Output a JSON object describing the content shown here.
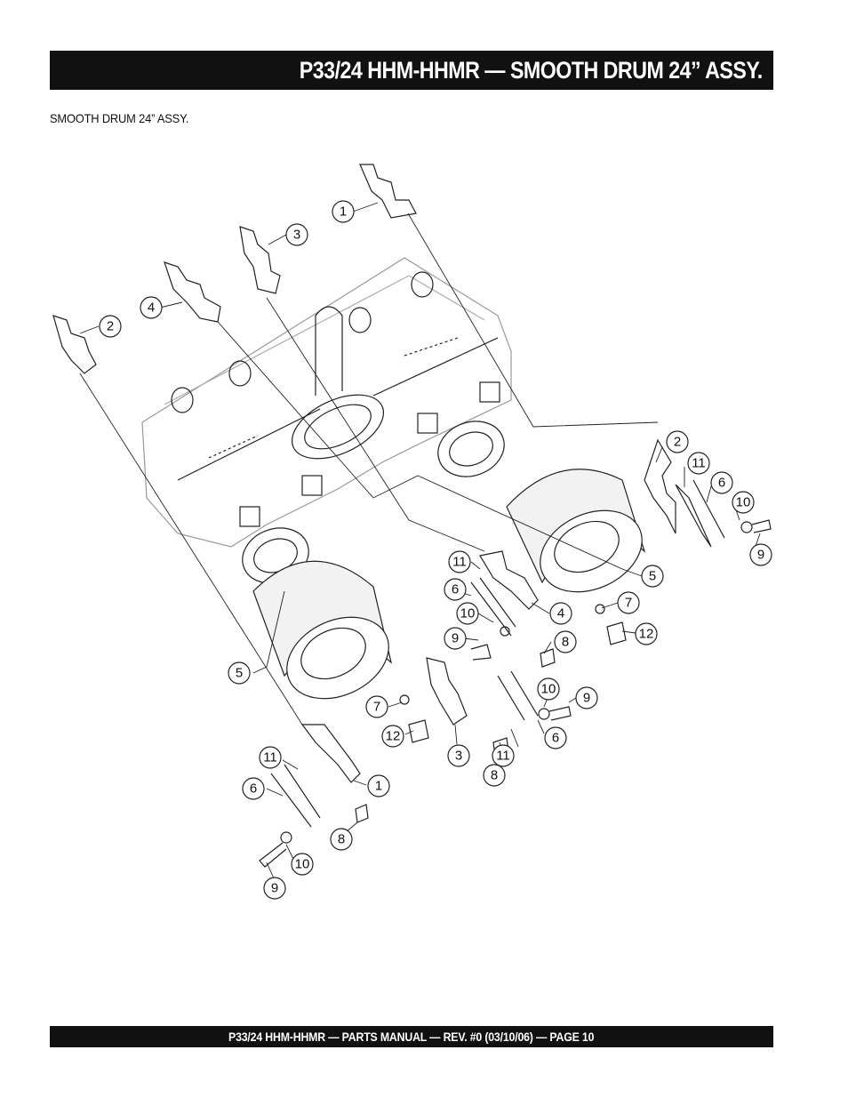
{
  "header": {
    "title": "P33/24 HHM-HHMR — SMOOTH DRUM 24” ASSY."
  },
  "caption": "SMOOTH DRUM 24” ASSY.",
  "footer": {
    "text": "P33/24 HHM-HHMR — PARTS MANUAL — REV. #0 (03/10/06) — PAGE 10"
  },
  "callouts": {
    "c1": "1",
    "c2": "2",
    "c3": "3",
    "c4": "4",
    "c5": "5",
    "c6": "6",
    "c7": "7",
    "c8": "8",
    "c9": "9",
    "c10": "10",
    "c11": "11",
    "c12": "12"
  }
}
